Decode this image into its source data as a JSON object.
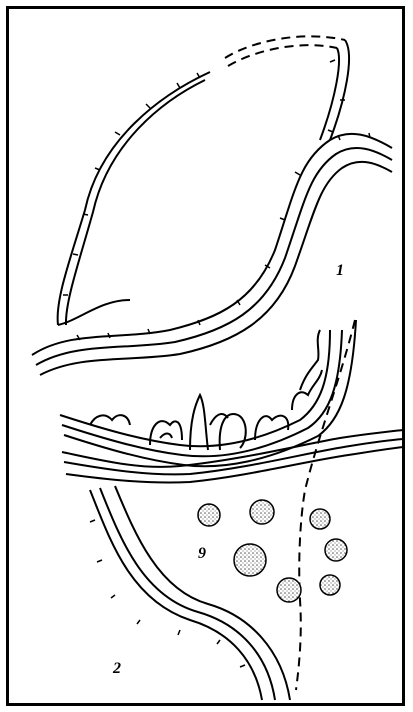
{
  "figure": {
    "labels": {
      "region_1": "1",
      "region_2": "2",
      "region_9": "9"
    },
    "colors": {
      "ink": "#000000",
      "paper": "#ffffff",
      "stipple": "#6b6b6b"
    }
  }
}
